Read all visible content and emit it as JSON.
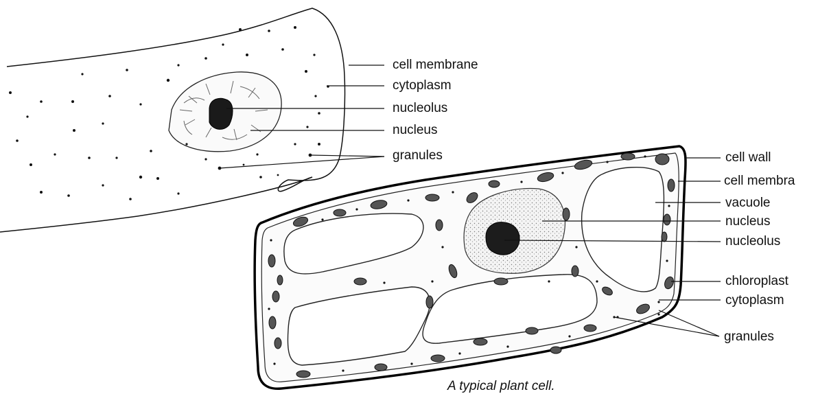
{
  "animal_cell": {
    "labels": {
      "cell_membrane": "cell membrane",
      "cytoplasm": "cytoplasm",
      "nucleolus": "nucleolus",
      "nucleus": "nucleus",
      "granules": "granules"
    }
  },
  "plant_cell": {
    "labels": {
      "cell_wall": "cell wall",
      "cell_membrane": "cell membra",
      "vacuole": "vacuole",
      "nucleus": "nucleus",
      "nucleolus": "nucleolus",
      "chloroplast": "chloroplast",
      "cytoplasm": "cytoplasm",
      "granules": "granules"
    },
    "caption": "A typical plant cell."
  },
  "colors": {
    "ink": "#111111",
    "nucleus_fill": "#e8e8e8",
    "background": "#ffffff"
  }
}
